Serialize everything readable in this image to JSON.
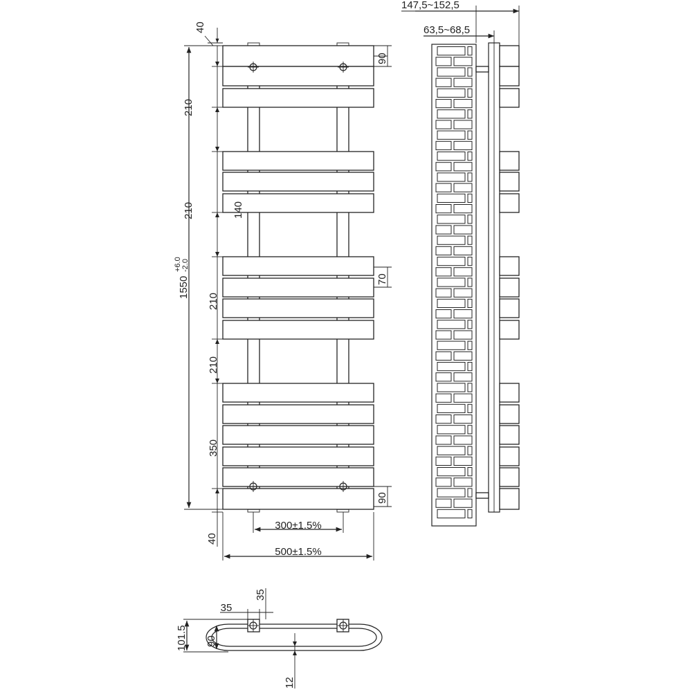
{
  "front_view": {
    "overall_height": "1550",
    "height_tolerance_plus": "+6.0",
    "height_tolerance_minus": "-2.0",
    "top_offset": "40",
    "bottom_offset": "40",
    "top_bar_height": "90",
    "bottom_bar_height": "90",
    "bar_height": "70",
    "group_spacing_1": "210",
    "group_spacing_2": "210",
    "group_spacing_3": "210",
    "group_spacing_4": "210",
    "bar_pitch": "140",
    "lower_group": "350",
    "pipe_centres": "300±1.5%",
    "overall_width": "500±1.5%"
  },
  "side_view": {
    "wall_depth": "147,5~152,5",
    "pipe_depth": "63,5~68,5"
  },
  "plan_view": {
    "pipe_offset": "35",
    "pipe_offset_vertical": "35",
    "overall_depth": "101.5",
    "bar_depth": "90",
    "bar_thickness": "12"
  }
}
